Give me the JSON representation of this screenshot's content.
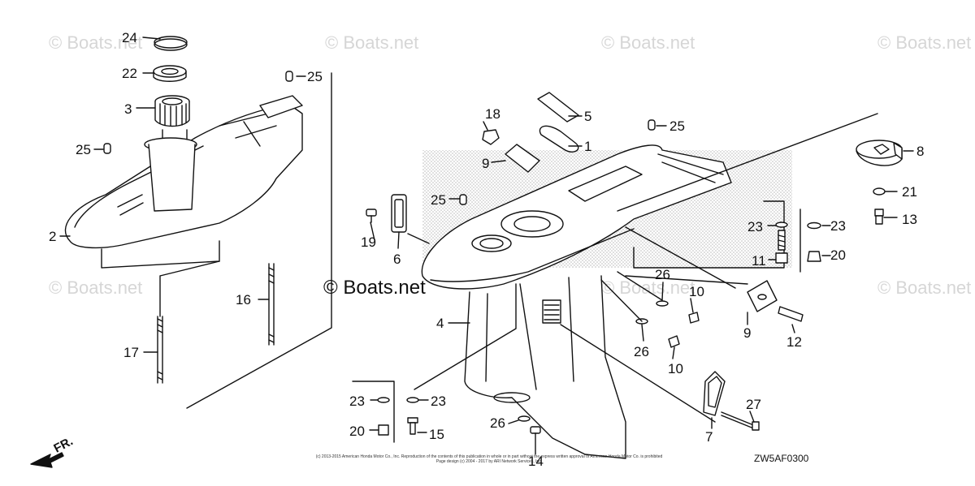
{
  "watermarks": [
    "© Boats.net",
    "© Boats.net",
    "© Boats.net",
    "© Boats.net",
    "© Boats.net",
    "© Boats.net",
    "© Boats.net"
  ],
  "center_watermark": "© Boats.net",
  "callouts": {
    "c24": "24",
    "c22": "22",
    "c3": "3",
    "c25a": "25",
    "c25b": "25",
    "c2": "2",
    "c16": "16",
    "c17": "17",
    "c18": "18",
    "c5": "5",
    "c25c": "25",
    "c1": "1",
    "c9a": "9",
    "c25d": "25",
    "c19": "19",
    "c6": "6",
    "c4": "4",
    "c23a": "23",
    "c23b": "23",
    "c20a": "20",
    "c15": "15",
    "c26a": "26",
    "c14": "14",
    "c26b": "26",
    "c10a": "10",
    "c26c": "26",
    "c10b": "10",
    "c23c": "23",
    "c23d": "23",
    "c11": "11",
    "c20b": "20",
    "c9b": "9",
    "c12": "12",
    "c27": "27",
    "c7": "7",
    "c8": "8",
    "c21": "21",
    "c13": "13"
  },
  "diagram_code": "ZW5AF0300",
  "legal_line1": "(c) 2013-2015 American Honda Motor Co., Inc. Reproduction of the contents of this publication in whole or in part without the express written approval of American Honda Motor Co. is prohibited",
  "legal_line2": "Page design (c) 2004 - 2017 by ARI Network Services, Inc.",
  "front_marker": "FR."
}
